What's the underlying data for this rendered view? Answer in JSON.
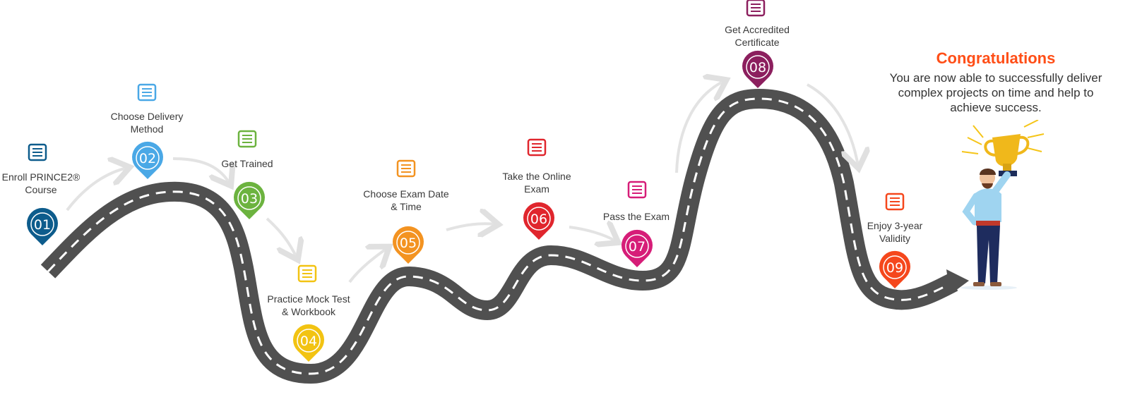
{
  "steps": [
    {
      "num": "01",
      "label": "Enroll PRINCE2®\nCourse",
      "color": "#0d5c8c",
      "icon": "course-monitor-icon"
    },
    {
      "num": "02",
      "label": "Choose Delivery\nMethod",
      "color": "#4aa8e6",
      "icon": "delivery-method-icon"
    },
    {
      "num": "03",
      "label": "Get Trained",
      "color": "#6cb33f",
      "icon": "training-board-icon"
    },
    {
      "num": "04",
      "label": "Practice Mock Test\n& Workbook",
      "color": "#f2c312",
      "icon": "mock-test-icon"
    },
    {
      "num": "05",
      "label": "Choose Exam Date\n& Time",
      "color": "#f39321",
      "icon": "calendar-icon"
    },
    {
      "num": "06",
      "label": "Take the Online\nExam",
      "color": "#e0262d",
      "icon": "presentation-icon"
    },
    {
      "num": "07",
      "label": "Pass the Exam",
      "color": "#d61d78",
      "icon": "pass-clipboard-icon"
    },
    {
      "num": "08",
      "label": "Get Accredited\nCertificate",
      "color": "#8c1f5e",
      "icon": "certificate-icon"
    },
    {
      "num": "09",
      "label": "Enjoy 3-year\nValidity",
      "color": "#f5471c",
      "icon": "validity-calendar-icon"
    }
  ],
  "congrats": {
    "title": "Congratulations",
    "text": "You are now able to successfully deliver complex projects on time and help to achieve success."
  },
  "colors": {
    "road": "#505050",
    "road_dash": "#ffffff",
    "arrow": "#e3e3e3",
    "accent": "#ff4e17"
  }
}
